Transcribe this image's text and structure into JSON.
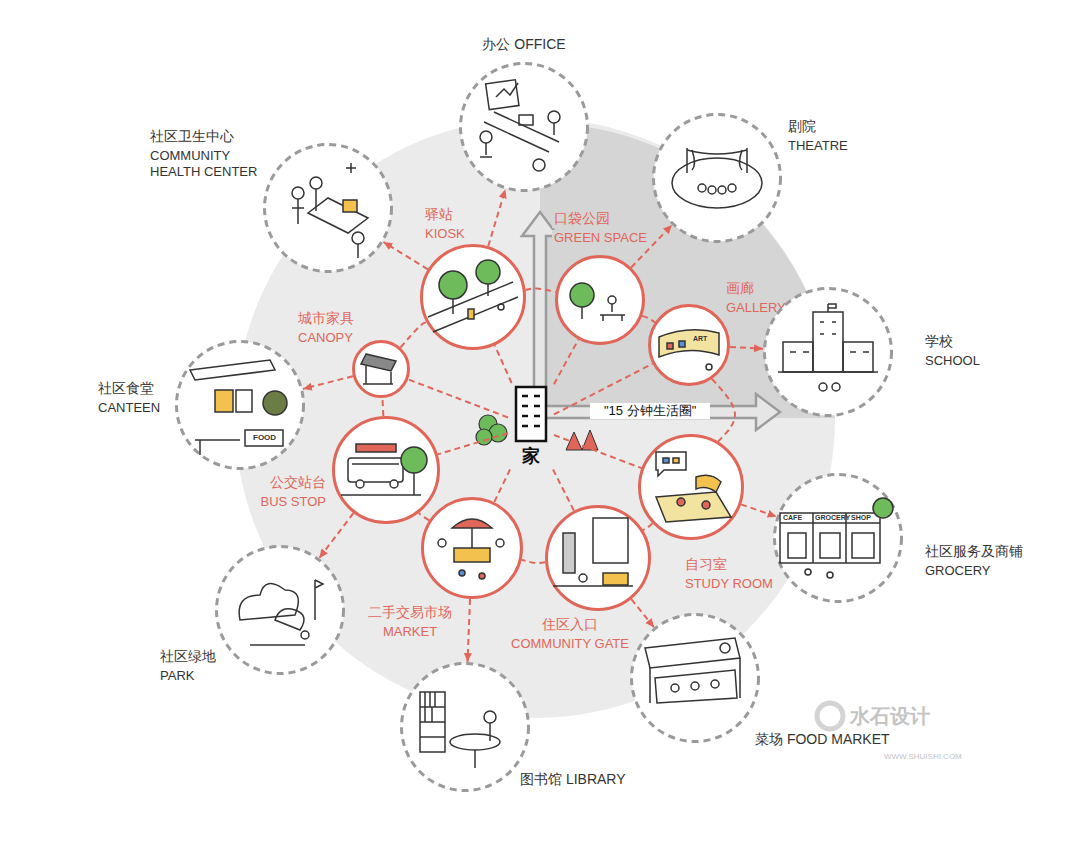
{
  "diagram": {
    "nodes": [
      {
        "text": [
          "办公 OFFICE"
        ]
      },
      {
        "text": [
          "社区卫生中心",
          "COMMUNITY HEALTH CENTER"
        ]
      },
      {
        "text": [
          "剧院",
          "THEATRE"
        ]
      },
      {
        "text": [
          "驿站",
          "KIOSK"
        ]
      },
      {
        "text": [
          "口袋公园",
          "GREEN SPACE"
        ]
      },
      {
        "text": [
          "画廊",
          "GALLERY"
        ]
      },
      {
        "text": [
          "城市家具",
          "CANOPY"
        ]
      },
      {
        "text": [
          "学校",
          "SCHOOL"
        ]
      },
      {
        "text": [
          "社区食堂",
          "CANTEEN"
        ]
      },
      {
        "text": [
          "家"
        ]
      },
      {
        "text": [
          "公交站台",
          "BUS STOP"
        ]
      },
      {
        "text": [
          "自习室",
          "STUDY ROOM"
        ]
      },
      {
        "text": [
          "社区服务及商铺",
          "GROCERY"
        ]
      },
      {
        "text": [
          "二手交易市场",
          "MARKET"
        ]
      },
      {
        "text": [
          "住区入口",
          "COMMUNITY GATE"
        ]
      },
      {
        "text": [
          "社区绿地",
          "PARK"
        ]
      },
      {
        "text": [
          "菜场 FOOD MARKET"
        ]
      },
      {
        "text": [
          "图书馆 LIBRARY"
        ]
      }
    ],
    "edges": [
      {
        "from": 9,
        "to": 3,
        "arrow": "none"
      },
      {
        "from": 9,
        "to": 4,
        "arrow": "none"
      },
      {
        "from": 9,
        "to": 5,
        "arrow": "none"
      },
      {
        "from": 9,
        "to": 6,
        "arrow": "none"
      },
      {
        "from": 9,
        "to": 10,
        "arrow": "none"
      },
      {
        "from": 9,
        "to": 11,
        "arrow": "none"
      },
      {
        "from": 9,
        "to": 13,
        "arrow": "none"
      },
      {
        "from": 9,
        "to": 14,
        "arrow": "none"
      },
      {
        "from": 3,
        "to": 1,
        "arrow": "to"
      },
      {
        "from": 3,
        "to": 0,
        "arrow": "to"
      },
      {
        "from": 4,
        "to": 2,
        "arrow": "to"
      },
      {
        "from": 5,
        "to": 7,
        "arrow": "to"
      },
      {
        "from": 6,
        "to": 8,
        "arrow": "to"
      },
      {
        "from": 10,
        "to": 15,
        "arrow": "to"
      },
      {
        "from": 13,
        "to": 17,
        "arrow": "to"
      },
      {
        "from": 14,
        "to": 16,
        "arrow": "to"
      },
      {
        "from": 11,
        "to": 12,
        "arrow": "to"
      },
      {
        "from": 3,
        "to": 4,
        "arrow": "none"
      },
      {
        "from": 4,
        "to": 5,
        "arrow": "none"
      },
      {
        "from": 5,
        "to": 11,
        "arrow": "none"
      },
      {
        "from": 11,
        "to": 14,
        "arrow": "none"
      },
      {
        "from": 14,
        "to": 13,
        "arrow": "none"
      },
      {
        "from": 13,
        "to": 10,
        "arrow": "none"
      },
      {
        "from": 10,
        "to": 6,
        "arrow": "none"
      },
      {
        "from": 6,
        "to": 3,
        "arrow": "none"
      }
    ],
    "labels": [
      "\"15 分钟生活圈\"",
      "ART",
      "FOOD",
      "CAFE",
      "GROCERY",
      "SHOP",
      "水石设计",
      "WWW.SHUISHI.COM"
    ]
  }
}
